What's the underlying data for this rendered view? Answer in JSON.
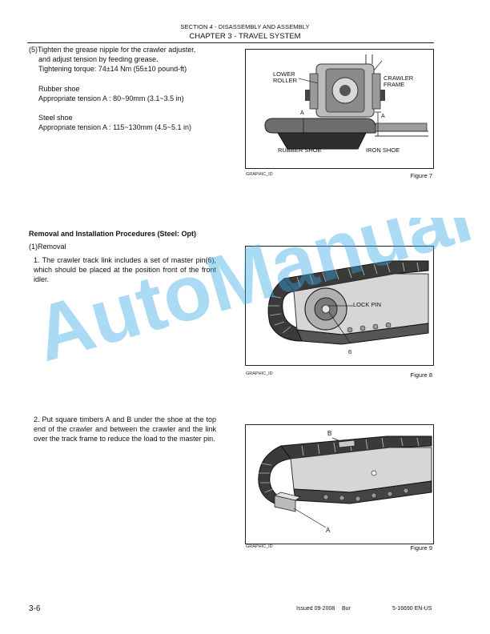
{
  "header": {
    "section": "SECTION 4 - DISASSEMBLY AND ASSEMBLY",
    "chapter": "CHAPTER 3 - TRAVEL SYSTEM"
  },
  "step5": {
    "line1": "(5)Tighten the grease nipple for the crawler adjuster,",
    "line2": "and adjust tension by feeding grease.",
    "line3": "Tightening torque: 74±14 Nm (55±10 pound-ft)",
    "rubber_title": "Rubber shoe",
    "rubber_value": "Appropriate tension A : 80~90mm (3.1~3.5 in)",
    "steel_title": "Steel shoe",
    "steel_value": "Appropriate tension A : 115~130mm (4.5~5.1 in)"
  },
  "figure7": {
    "labels": {
      "lower_roller_1": "LOWER",
      "lower_roller_2": "ROLLER",
      "crawler_frame_1": "CRAWLER",
      "crawler_frame_2": "FRAME",
      "a_left": "A",
      "a_right": "A",
      "rubber_shoe": "RUBBER SHOE",
      "iron_shoe": "IRON SHOE"
    },
    "graphic_id": "GRAPHIC_ID",
    "caption": "Figure 7"
  },
  "removal": {
    "heading": "Removal and Installation Procedures (Steel: Opt)",
    "sub": "(1)Removal",
    "item1": "1. The crawler track link includes a set of master pin(6), which should be placed at the position front of the front idler.",
    "item2": "2. Put square timbers A and B under the shoe at the top end of the crawler and between the crawler and the link over the track frame to reduce the load to the master pin."
  },
  "figure8": {
    "labels": {
      "lock_pin": "LOCK PIN",
      "six": "6"
    },
    "graphic_id": "GRAPHIC_ID",
    "caption": "Figure 8"
  },
  "figure9": {
    "labels": {
      "b": "B",
      "a": "A"
    },
    "graphic_id": "GRAPHIC_ID",
    "caption": "Figure 9"
  },
  "watermark": "AutoManual",
  "footer": {
    "page": "3-6",
    "issued": "Issued 09-2008",
    "lang": "Bur",
    "doc": "5-16690 EN-US"
  }
}
